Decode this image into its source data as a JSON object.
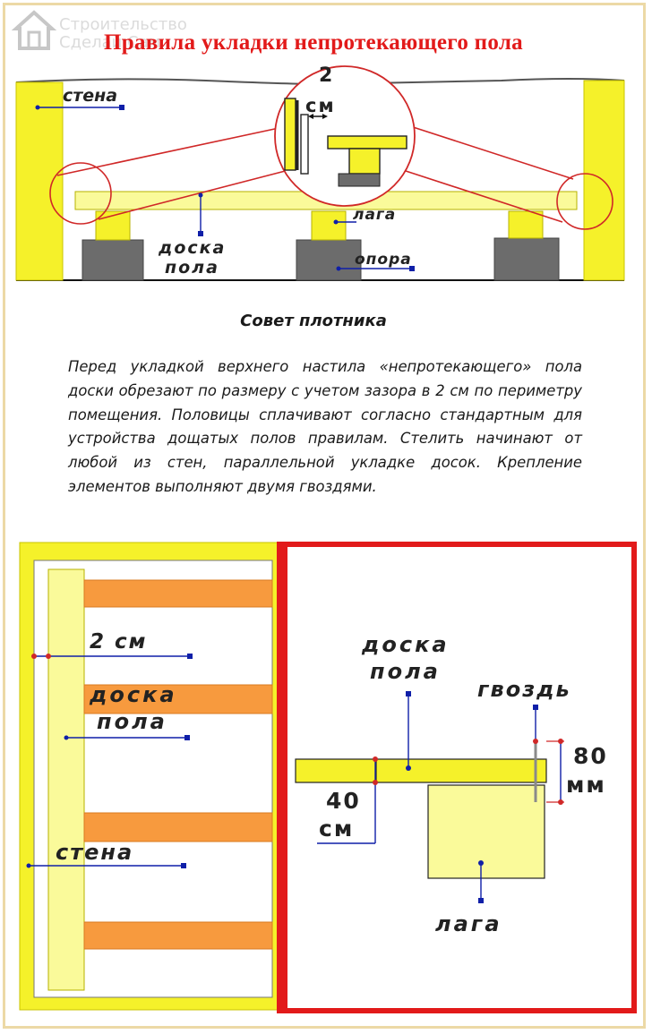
{
  "watermark": {
    "text": "Строительство Сделай Сам"
  },
  "title": "Правила укладки непротекающего пола",
  "top_diagram": {
    "label_wall": "стена",
    "label_gap_value": "2",
    "label_gap_unit": "см",
    "label_board_line1": "доска",
    "label_board_line2": "пола",
    "label_joist": "лага",
    "label_support": "опора"
  },
  "advice": {
    "title": "Совет плотника",
    "text": "Перед укладкой верхнего настила «непротекающего» пола доски обрезают по размеру с учетом зазора в 2 см по периметру помещения. Половицы сплачивают согласно стандартным для устройства дощатых полов правилам. Стелить начинают от любой из стен, параллельной укладке досок. Крепление элементов выполняют двумя гвоздями."
  },
  "bottom_left": {
    "label_gap": "2 см",
    "label_board_line1": "доска",
    "label_board_line2": "пола",
    "label_wall": "стена"
  },
  "bottom_right": {
    "label_board_line1": "доска",
    "label_board_line2": "пола",
    "label_nail": "гвоздь",
    "label_height_value": "80",
    "label_height_unit": "мм",
    "label_length_value": "40",
    "label_length_unit": "см",
    "label_joist": "лага"
  },
  "colors": {
    "yellow": "#f5f12a",
    "pale_yellow": "#fafa9a",
    "orange": "#f79a3e",
    "red": "#e21a1a",
    "grey": "#6c6c6c",
    "blue": "#0f1fa8"
  }
}
